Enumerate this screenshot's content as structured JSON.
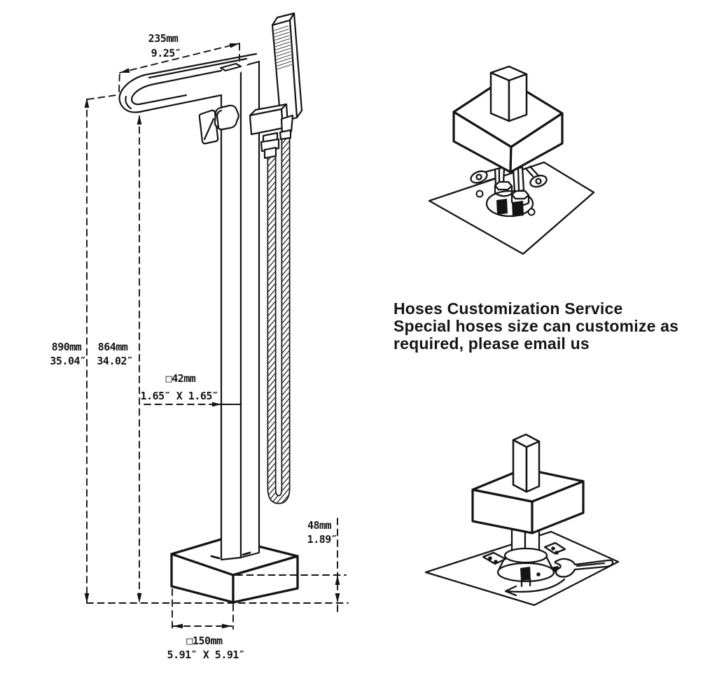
{
  "colors": {
    "background": "#ffffff",
    "line": "#141414"
  },
  "faucet_diagram": {
    "dimensions": {
      "spout_width_mm": "235mm",
      "spout_width_in": "9.25″",
      "total_height_mm": "890mm",
      "total_height_in": "35.04″",
      "spout_height_mm": "864mm",
      "spout_height_in": "34.02″",
      "post_section_mm": "□42mm",
      "post_section_in": "1.65″ X 1.65″",
      "base_height_mm": "48mm",
      "base_height_in": "1.89″",
      "base_plate_mm": "□150mm",
      "base_plate_in": "5.91″ X 5.91″"
    }
  },
  "note": {
    "line1": "Hoses Customization Service",
    "line2": "Special hoses size can customize as",
    "line3": "required, please email us"
  },
  "icons": {
    "wrench": "wrench-icon",
    "rotation_arrow": "rotation-arrow-icon"
  }
}
